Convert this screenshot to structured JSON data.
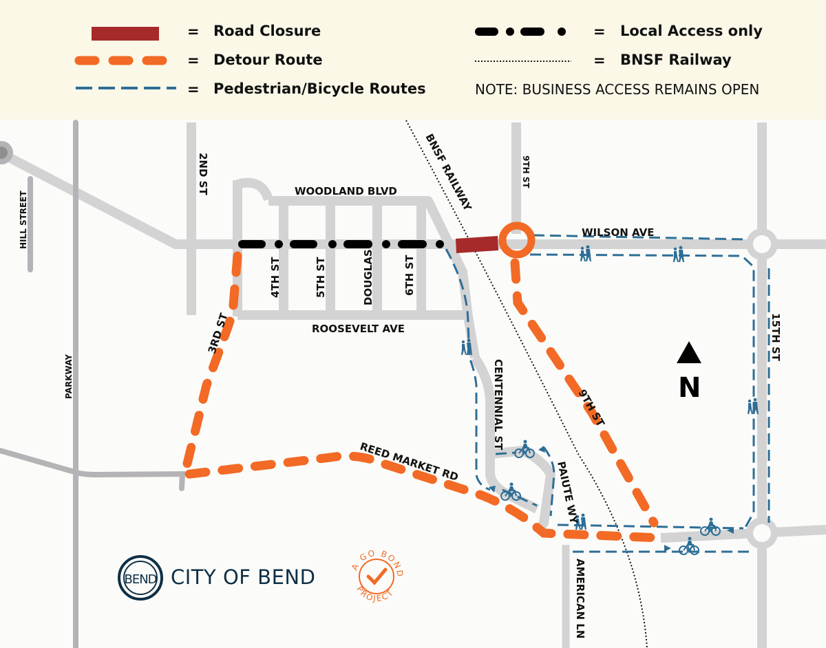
{
  "legend": {
    "items": [
      {
        "symbol": "road-closure",
        "label": "Road Closure",
        "color": "#a62a2a"
      },
      {
        "symbol": "detour-route",
        "label": "Detour Route",
        "color": "#f26a25"
      },
      {
        "symbol": "ped-bike-route",
        "label": "Pedestrian/Bicycle Routes",
        "color": "#2e6e96"
      },
      {
        "symbol": "local-access",
        "label": "Local Access only",
        "color": "#000000"
      },
      {
        "symbol": "bnsf-railway",
        "label": "BNSF Railway",
        "color": "#000000"
      }
    ],
    "equals": "=",
    "note": "NOTE: BUSINESS ACCESS REMAINS OPEN"
  },
  "streets": {
    "hill_street": "HILL STREET",
    "parkway": "PARKWAY",
    "second_st": "2ND ST",
    "third_st": "3RD ST",
    "fourth_st": "4TH ST",
    "fifth_st": "5TH ST",
    "douglas": "DOUGLAS",
    "sixth_st": "6TH ST",
    "woodland_blvd": "WOODLAND BLVD",
    "roosevelt_ave": "ROOSEVELT AVE",
    "bnsf_railway": "BNSF RAILWAY",
    "ninth_st_north": "9TH ST",
    "ninth_st_south": "9TH ST",
    "wilson_ave": "WILSON AVE",
    "fifteenth_st": "15TH ST",
    "centennial_st": "CENTENNIAL ST",
    "paiute_wy": "PAIUTE WY",
    "reed_market_rd": "REED MARKET RD",
    "american_ln": "AMERICAN LN"
  },
  "north_arrow": {
    "label": "N"
  },
  "logos": {
    "city_of_bend": "CITY OF BEND",
    "city_seal_text": "BEND",
    "go_bond": {
      "top": "GO BOND",
      "bottom": "PROJECT",
      "left": "A"
    }
  },
  "colors": {
    "road": "#d3d3d3",
    "road_dark": "#b5b3b6",
    "detour": "#f26a25",
    "closure": "#a62a2a",
    "ped_bike": "#2e6e96",
    "legend_bg": "#fbf8e8",
    "map_bg": "#fbfbf9"
  }
}
